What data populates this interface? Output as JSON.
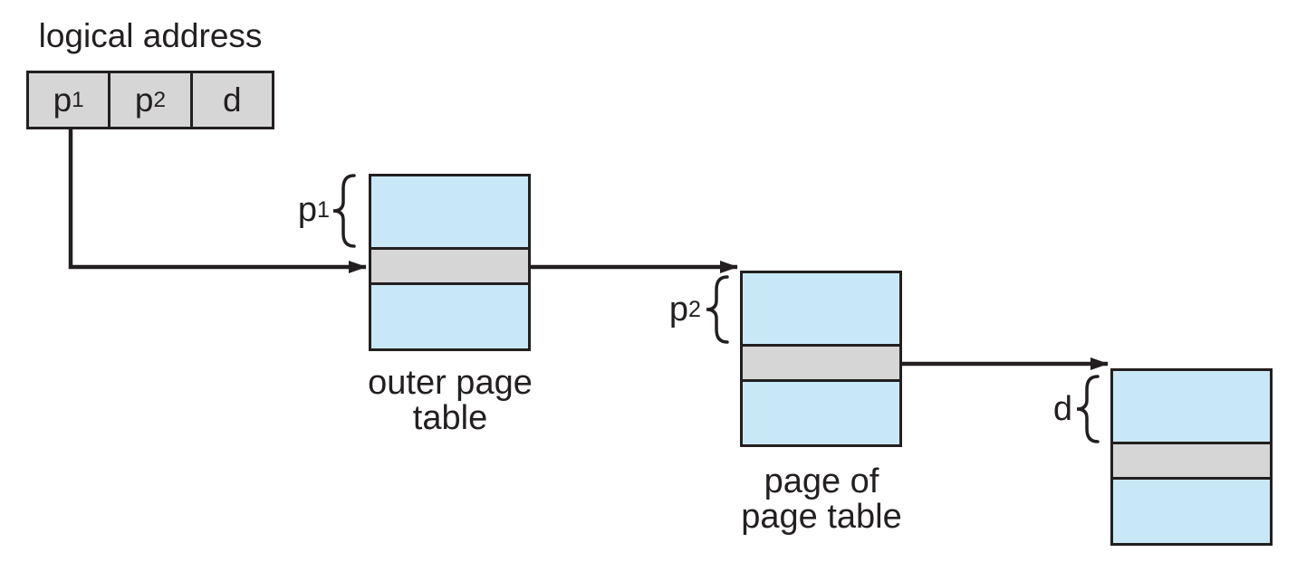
{
  "colors": {
    "light_blue": "#c9e8f7",
    "light_gray": "#d6d6d6",
    "line_dark": "#231f20",
    "background": "#ffffff"
  },
  "logical_address": {
    "title": "logical address",
    "fields": [
      {
        "base": "p",
        "sub": "1"
      },
      {
        "base": "p",
        "sub": "2"
      },
      {
        "base": "d",
        "sub": ""
      }
    ]
  },
  "tables": [
    {
      "caption": [
        "outer page",
        "table"
      ],
      "pointer_label": {
        "base": "p",
        "sub": "1"
      }
    },
    {
      "caption": [
        "page of",
        "page table"
      ],
      "pointer_label": {
        "base": "p",
        "sub": "2"
      }
    },
    {
      "caption": [
        "",
        ""
      ],
      "pointer_label": {
        "base": "d",
        "sub": ""
      }
    }
  ]
}
